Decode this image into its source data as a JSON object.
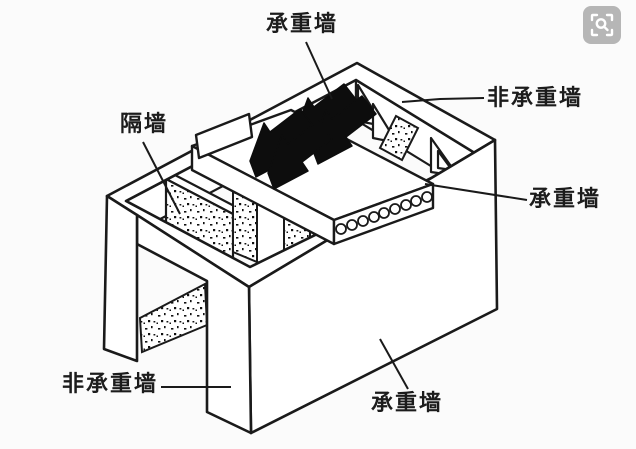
{
  "diagram": {
    "labels": {
      "top_load_bearing": "承重墙",
      "right_non_load_bearing": "非承重墙",
      "right_load_bearing": "承重墙",
      "partition": "隔墙",
      "bottom_non_load_bearing": "非承重墙",
      "bottom_load_bearing": "承重墙"
    },
    "colors": {
      "line": "#1a1a1a",
      "background": "#fbfbfb",
      "arrow_fill": "#0d0d0d",
      "icon_background": "#b6b6b6",
      "icon_glyph": "#ffffff"
    },
    "icon": {
      "name": "image-search-icon"
    }
  }
}
